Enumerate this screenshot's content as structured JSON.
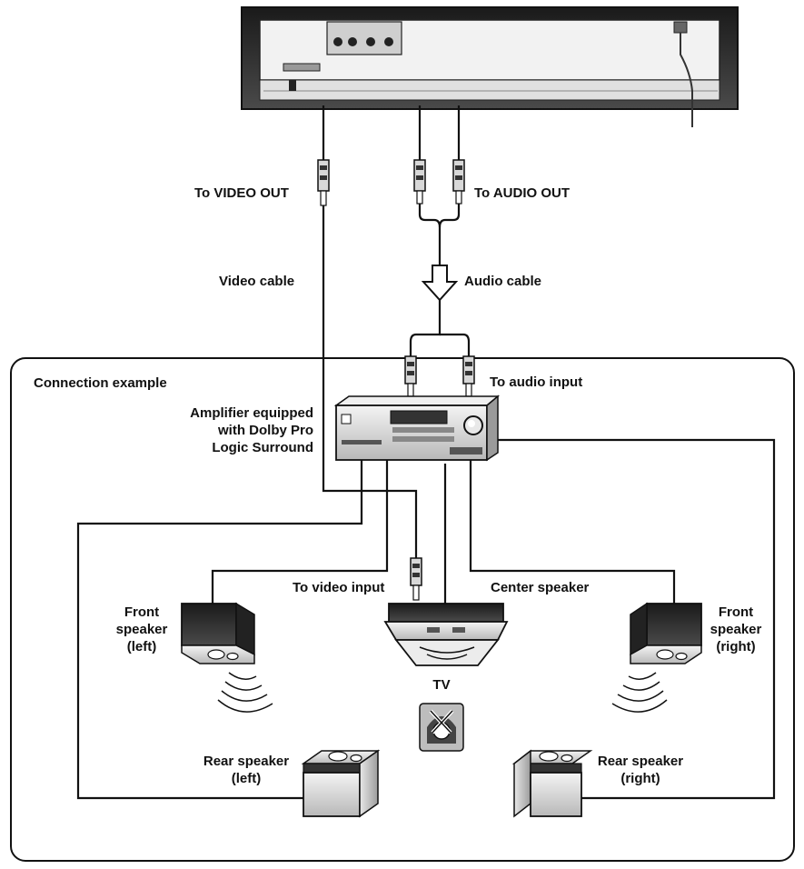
{
  "labels": {
    "video_out": "To VIDEO OUT",
    "audio_out": "To AUDIO OUT",
    "video_cable": "Video cable",
    "audio_cable": "Audio cable",
    "connection_example": "Connection example",
    "audio_input": "To audio input",
    "amp_line1": "Amplifier equipped",
    "amp_line2": "with Dolby Pro",
    "amp_line3": "Logic Surround",
    "video_input": "To video input",
    "center_speaker": "Center speaker",
    "front_left_1": "Front",
    "front_left_2": "speaker",
    "front_left_3": "(left)",
    "front_right_1": "Front",
    "front_right_2": "speaker",
    "front_right_3": "(right)",
    "tv": "TV",
    "rear_left_1": "Rear speaker",
    "rear_left_2": "(left)",
    "rear_right_1": "Rear speaker",
    "rear_right_2": "(right)"
  },
  "icons": {
    "player": "dvd-player-rear-panel-icon",
    "amplifier": "av-amplifier-icon",
    "tv": "tv-icon",
    "speaker": "speaker-icon",
    "dolby": "dolby-surround-logo-icon",
    "plug": "rca-plug-icon",
    "arrow": "down-arrow-icon"
  }
}
